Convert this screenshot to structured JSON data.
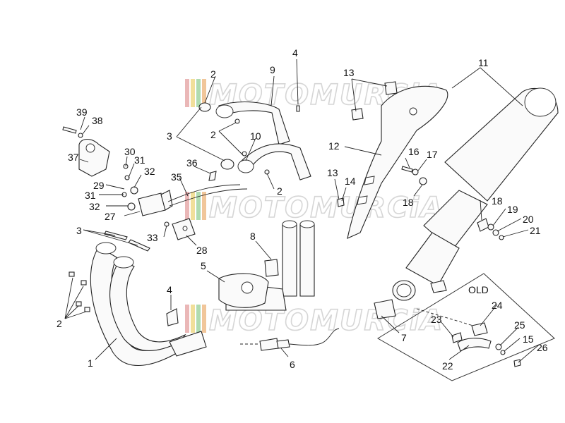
{
  "callouts": {
    "c1": "1",
    "c2a": "2",
    "c2b": "2",
    "c2c": "2",
    "c2d": "2",
    "c3a": "3",
    "c3b": "3",
    "c4a": "4",
    "c4b": "4",
    "c5": "5",
    "c6": "6",
    "c7": "7",
    "c8": "8",
    "c9": "9",
    "c10": "10",
    "c11": "11",
    "c12": "12",
    "c13a": "13",
    "c13b": "13",
    "c14": "14",
    "c15": "15",
    "c16": "16",
    "c17": "17",
    "c18a": "18",
    "c18b": "18",
    "c19": "19",
    "c20": "20",
    "c21": "21",
    "c22": "22",
    "c23": "23",
    "c24": "24",
    "c25": "25",
    "c26": "26",
    "c27": "27",
    "c28": "28",
    "c29": "29",
    "c30": "30",
    "c31a": "31",
    "c31b": "31",
    "c32a": "32",
    "c32b": "32",
    "c33": "33",
    "c35": "35",
    "c36": "36",
    "c37": "37",
    "c38": "38",
    "c39": "39"
  },
  "old_box_label": "OLD",
  "watermark": {
    "text": "MOTOMURCiA",
    "colors": [
      "#e8b0b0",
      "#f0dc90",
      "#a8d8a8",
      "#f0c090"
    ]
  }
}
